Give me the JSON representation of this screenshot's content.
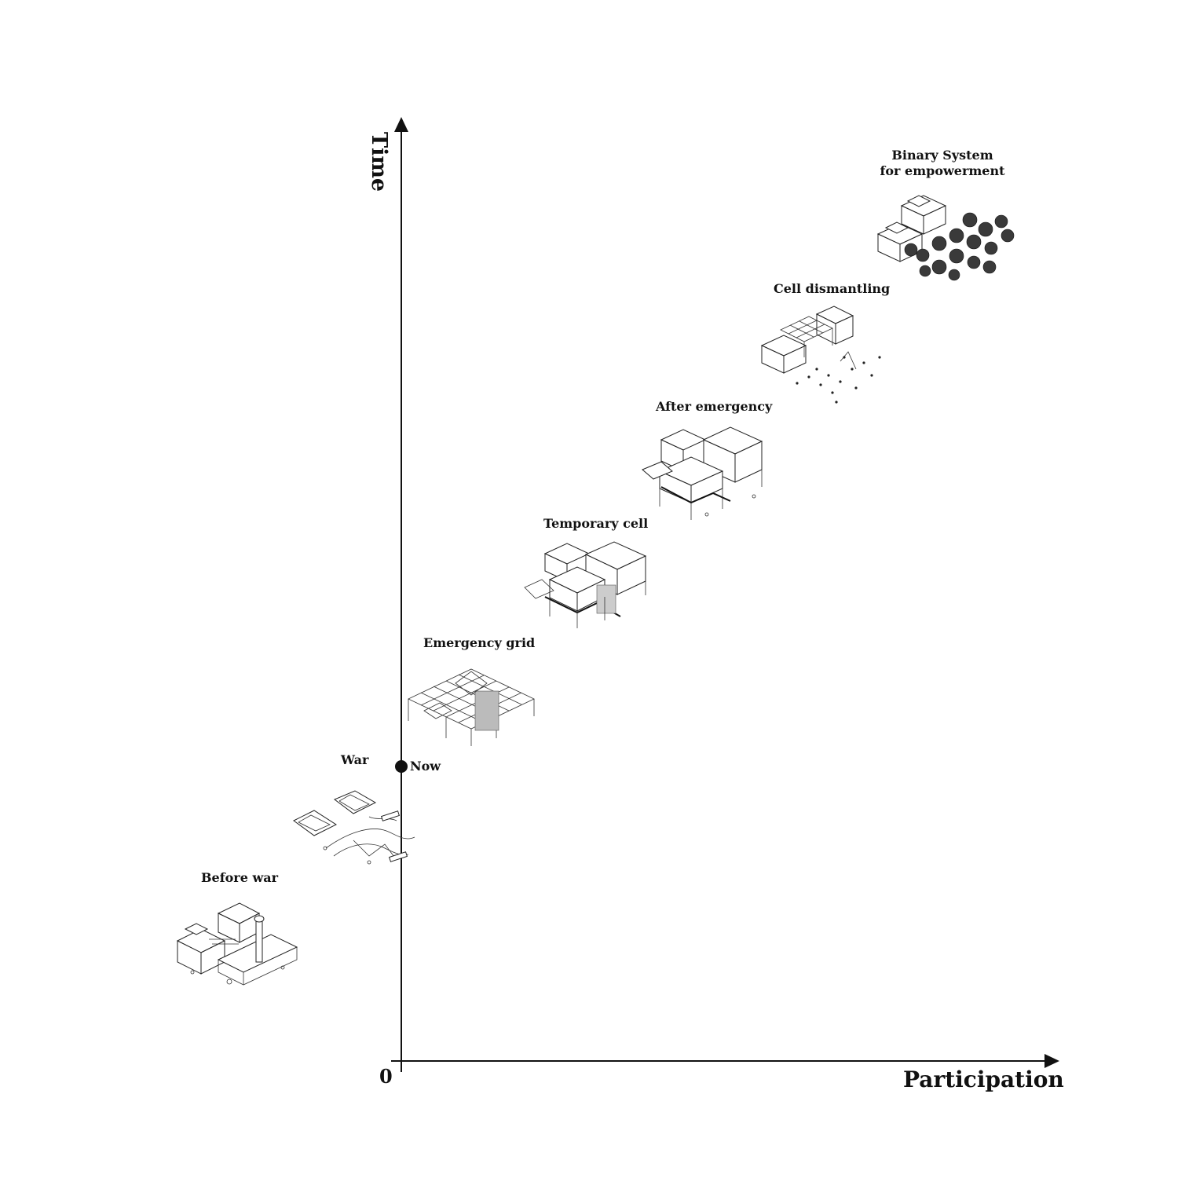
{
  "axes": {
    "y_title": "Time",
    "x_title": "Participation",
    "origin": "0"
  },
  "marker": {
    "label": "Now"
  },
  "stages": [
    {
      "id": "before-war",
      "label": "Before war"
    },
    {
      "id": "war",
      "label": "War"
    },
    {
      "id": "emergency-grid",
      "label": "Emergency grid"
    },
    {
      "id": "temporary-cell",
      "label": "Temporary cell"
    },
    {
      "id": "after-emergency",
      "label": "After emergency"
    },
    {
      "id": "cell-dismantling",
      "label": "Cell dismantling"
    },
    {
      "id": "binary-system",
      "label_line1": "Binary System",
      "label_line2": "for empowerment"
    }
  ]
}
